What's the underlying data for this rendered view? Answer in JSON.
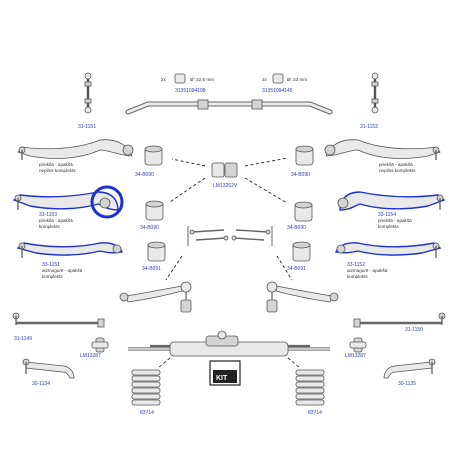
{
  "colors": {
    "label": "#2b3fb8",
    "highlight": "#1f2fd0",
    "part": "#e9e9e9",
    "outline": "#555555"
  },
  "stabilizer": {
    "left_option": {
      "qty": "2x",
      "diameter": "Ø: 22,5 mm",
      "code": "31351094108"
    },
    "right_option": {
      "qty": "2x",
      "diameter": "Ø: 23 mm",
      "code": "31351094145"
    }
  },
  "labels": {
    "link_left": "31-1151",
    "link_right": "31-1152",
    "bush_center": "LM13262V",
    "bush_tl": "34-B090",
    "bush_tr": "34-B090",
    "bush_ml": "34-B090",
    "bush_mr": "34-B090",
    "bush_ll": "34-B091",
    "bush_lr": "34-B091",
    "arm_ul": "33-1153",
    "arm_ur": "33-1154",
    "arm_ll": "33-1151",
    "arm_lr": "33-1152",
    "tie_l": "31-1149",
    "tie_r": "31-1150",
    "boot_l": "LM13287",
    "boot_r": "LM13287",
    "bellow_l": "83714",
    "bellow_r": "83714",
    "end_l": "30-1134",
    "end_r": "30-1135",
    "kit": "KIT"
  },
  "descriptions": {
    "upper_left": [
      "priekšā - apakšā",
      "nepilns komplekts"
    ],
    "upper_right": [
      "priekšā - apakšā",
      "nepilns komplekts"
    ],
    "mid_left": [
      "priekšā - apakšā",
      "komplekts"
    ],
    "mid_right": [
      "priekšā - apakšā",
      "komplekts"
    ],
    "low_left": [
      "aizmugurē - apakšā",
      "komplekts"
    ],
    "low_right": [
      "aizmugurē - apakšā",
      "komplekts"
    ]
  }
}
